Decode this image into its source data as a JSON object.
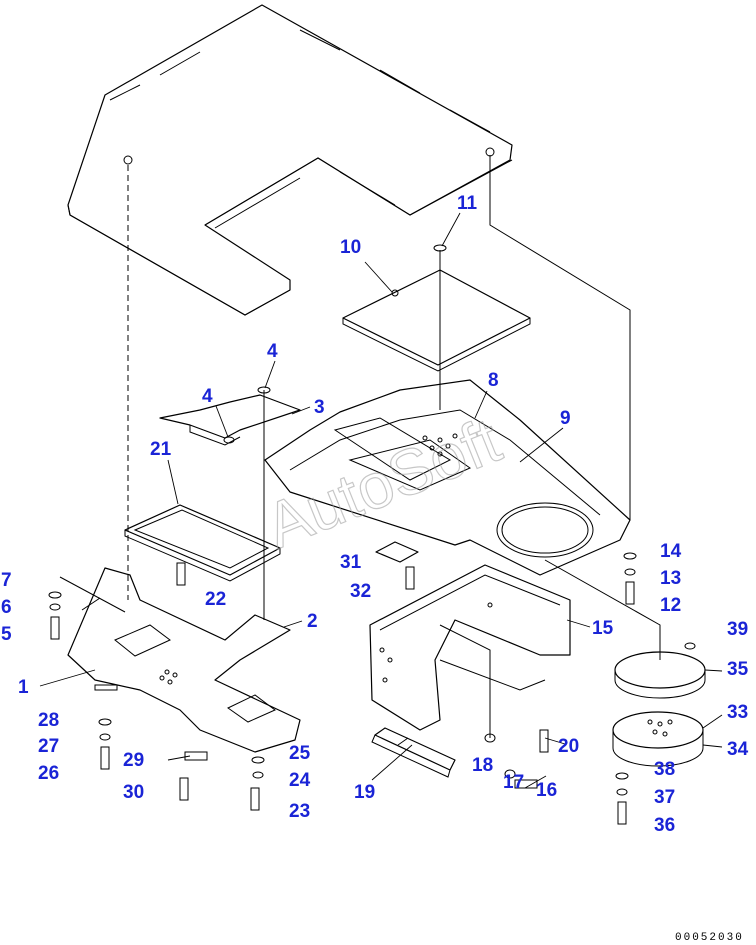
{
  "watermark": "AutoSoft",
  "drawing_number": "00052030",
  "callouts": {
    "c1": "1",
    "c2": "2",
    "c3": "3",
    "c4a": "4",
    "c4b": "4",
    "c5": "5",
    "c6": "6",
    "c7": "7",
    "c8": "8",
    "c9": "9",
    "c10": "10",
    "c11": "11",
    "c12": "12",
    "c13": "13",
    "c14": "14",
    "c15": "15",
    "c16": "16",
    "c17": "17",
    "c18": "18",
    "c19": "19",
    "c20": "20",
    "c21": "21",
    "c22": "22",
    "c23": "23",
    "c24": "24",
    "c25": "25",
    "c26": "26",
    "c27": "27",
    "c28": "28",
    "c29": "29",
    "c30": "30",
    "c31": "31",
    "c32": "32",
    "c33": "33",
    "c34": "34",
    "c35": "35",
    "c36": "36",
    "c37": "37",
    "c38": "38",
    "c39": "39"
  },
  "colors": {
    "callout": "#1a24d6",
    "line": "#000000",
    "watermark": "#9a9a9a"
  }
}
